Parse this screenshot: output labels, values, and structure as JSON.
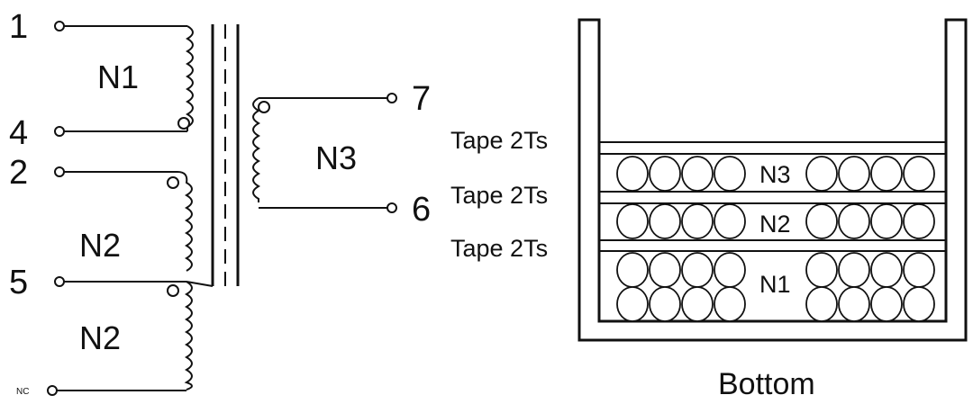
{
  "schematic": {
    "pins": {
      "pin1": "1",
      "pin4": "4",
      "pin2": "2",
      "pin5": "5",
      "pin_nc": "NC",
      "pin7": "7",
      "pin6": "6"
    },
    "windings": {
      "primary_n1": "N1",
      "primary_n2_upper": "N2",
      "primary_n2_lower": "N2",
      "secondary_n3": "N3"
    }
  },
  "cross_section": {
    "tapes": [
      "Tape 2Ts",
      "Tape 2Ts",
      "Tape 2Ts"
    ],
    "layers": {
      "n3": "N3",
      "n2": "N2",
      "n1": "N1"
    },
    "caption": "Bottom"
  }
}
